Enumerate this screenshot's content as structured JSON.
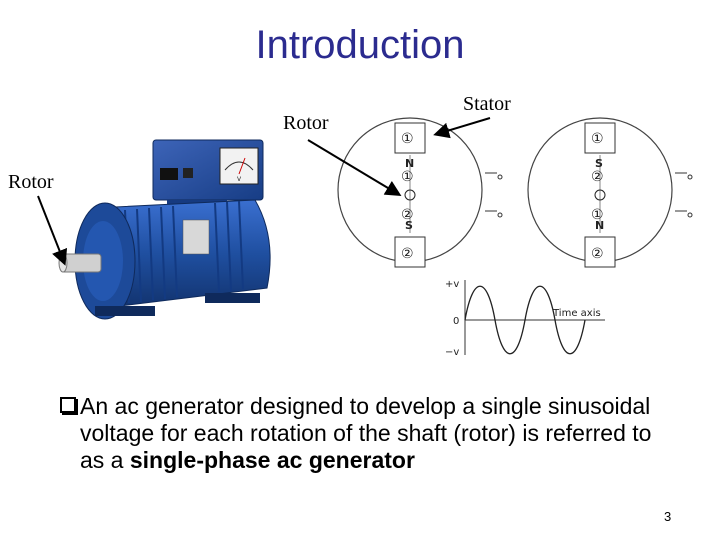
{
  "slide": {
    "title": "Introduction",
    "page_number": "3"
  },
  "labels": {
    "rotor_top": "Rotor",
    "stator": "Stator",
    "rotor_left": "Rotor"
  },
  "diagram": {
    "coil_top": "①",
    "coil_bottom": "②",
    "pole_n": "N",
    "pole_s": "S",
    "rotor_1": "①",
    "rotor_2": "②",
    "waveform_plus": "+v",
    "waveform_zero": "0",
    "waveform_minus": "−v",
    "waveform_axis": "Time axis"
  },
  "generator": {
    "meter_label": "V"
  },
  "bullet": {
    "text_part1": "An ac generator designed to develop a single sinusoidal voltage for each rotation of the shaft (rotor) is referred to as a ",
    "text_bold": "single-phase ac generator"
  },
  "colors": {
    "title": "#2b2b8f",
    "generator_blue": "#1f4fa0"
  }
}
